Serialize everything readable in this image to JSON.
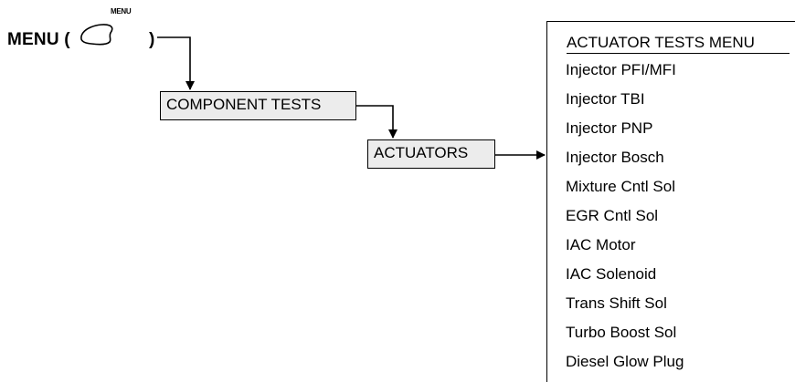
{
  "menu": {
    "label": "MENU (",
    "close_paren": ")",
    "key_caption": "MENU",
    "key_icon": "menu-key-icon"
  },
  "nodes": {
    "component_tests": "COMPONENT TESTS",
    "actuators": "ACTUATORS"
  },
  "actuator_menu": {
    "title": "ACTUATOR TESTS MENU",
    "items": [
      "Injector PFI/MFI",
      "Injector TBI",
      "Injector PNP",
      "Injector Bosch",
      "Mixture Cntl Sol",
      "EGR Cntl Sol",
      "IAC Motor",
      "IAC Solenoid",
      "Trans Shift Sol",
      "Turbo Boost Sol",
      "Diesel Glow Plug"
    ]
  },
  "colors": {
    "box_fill": "#ececec",
    "line": "#000000"
  }
}
